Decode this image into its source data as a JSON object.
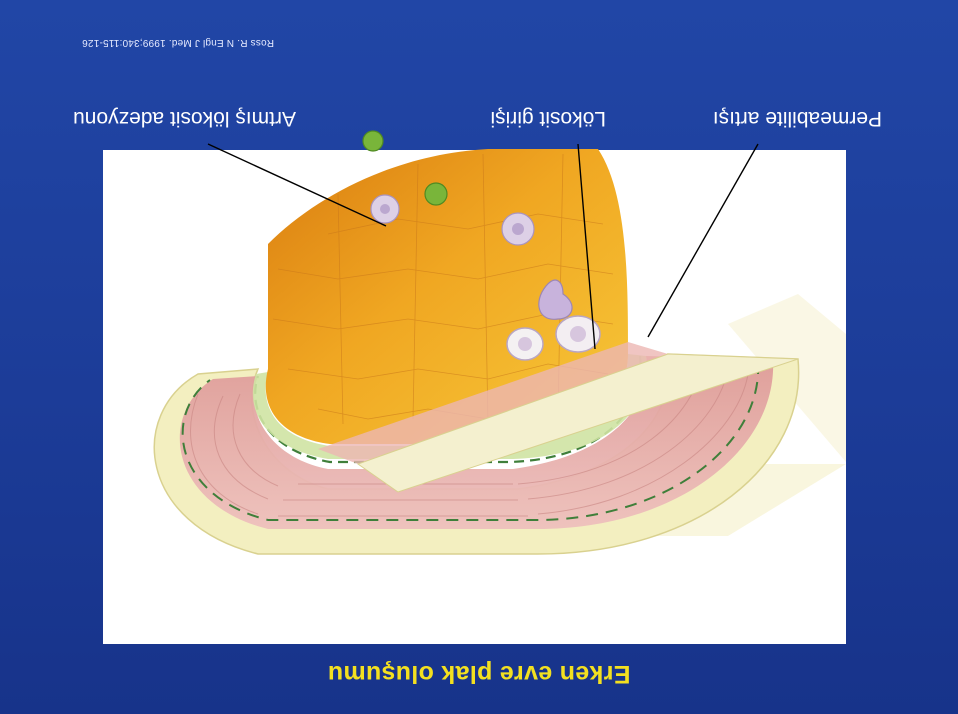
{
  "slide": {
    "title": "Erken evre plak oluşumu",
    "citation": "Ross R. N Engl J Med. 1999;340:115-126",
    "orientation_note_shown": false
  },
  "labels": {
    "permeability": "Permeabilite artışı",
    "leukocyte_entry": "Lökosit girişi",
    "leukocyte_adhesion": "Artmış lökosit adezyonu"
  },
  "colors": {
    "background": "#1e3f9b",
    "title": "#f3e020",
    "label_text": "#ffffff",
    "lumen_yellow": "#f2b323",
    "lumen_orange": "#e68a12",
    "media_pink": "#e7a6a4",
    "adventitia_cream": "#f3efc0",
    "intima_green": "#cfe3a3",
    "leukocyte_white": "#f3eef2",
    "monocyte_purple": "#c8b3dc",
    "platelet_green": "#79b53a"
  },
  "icons": {
    "artery_cross_section": "artery-illustration",
    "leukocyte": "leukocyte-cell-icon",
    "callout_line": "leader-line"
  }
}
